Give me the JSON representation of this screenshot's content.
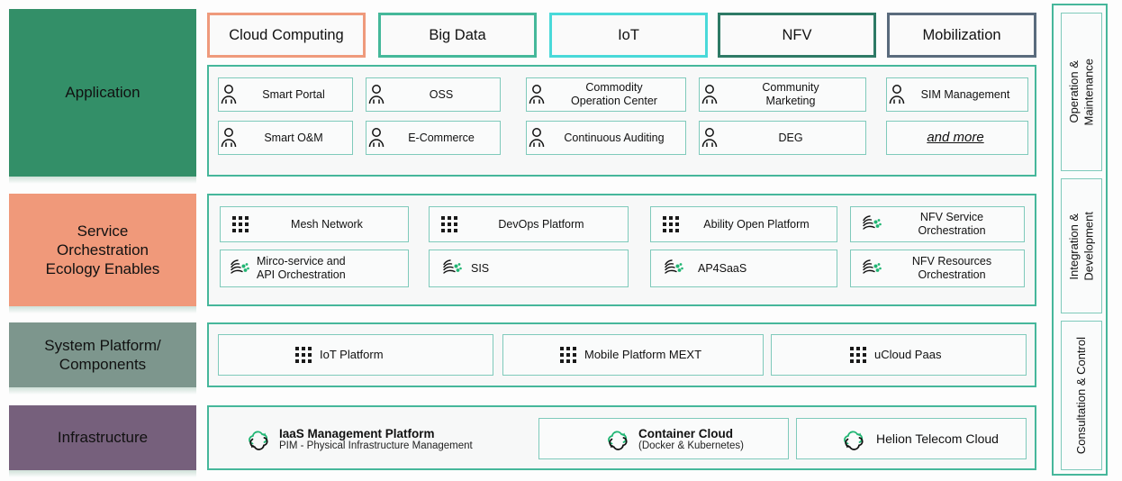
{
  "colors": {
    "teal_border": "#46b79b",
    "cell_border": "#7fcabb",
    "application_fill": "#338f68",
    "service_fill": "#f0997a",
    "system_fill": "#7d968d",
    "infrastructure_fill": "#76607c",
    "chip_cloud_computing": "#ef9a7c",
    "chip_big_data": "#45b89a",
    "chip_iot": "#49d9d9",
    "chip_nfv": "#2e7a66",
    "chip_mobilization": "#5a6b7d",
    "icon_green": "#20b573"
  },
  "layers": [
    {
      "id": "application",
      "label": "Application"
    },
    {
      "id": "service",
      "label": "Service\nOrchestration\nEcology Enables"
    },
    {
      "id": "system",
      "label": "System Platform/\nComponents"
    },
    {
      "id": "infrastructure",
      "label": "Infrastructure"
    }
  ],
  "categories": [
    {
      "label": "Cloud Computing",
      "color": "#ef9a7c"
    },
    {
      "label": "Big Data",
      "color": "#45b89a"
    },
    {
      "label": "IoT",
      "color": "#49d9d9"
    },
    {
      "label": "NFV",
      "color": "#2e7a66"
    },
    {
      "label": "Mobilization",
      "color": "#5a6b7d"
    }
  ],
  "application_items": [
    {
      "label": "Smart Portal",
      "icon": "person-icon"
    },
    {
      "label": "OSS",
      "icon": "person-icon"
    },
    {
      "label": "Commodity\nOperation Center",
      "icon": "person-icon"
    },
    {
      "label": "Community\nMarketing",
      "icon": "person-icon"
    },
    {
      "label": "SIM Management",
      "icon": "person-icon"
    },
    {
      "label": "Smart O&M",
      "icon": "person-icon"
    },
    {
      "label": "E-Commerce",
      "icon": "person-icon"
    },
    {
      "label": "Continuous Auditing",
      "icon": "person-icon"
    },
    {
      "label": "DEG",
      "icon": "person-icon"
    },
    {
      "label": "and more",
      "icon": "none"
    }
  ],
  "service_items": [
    {
      "label": "Mesh Network",
      "icon": "grid-dots-icon"
    },
    {
      "label": "DevOps Platform",
      "icon": "grid-dots-icon"
    },
    {
      "label": "Ability Open Platform",
      "icon": "grid-dots-icon"
    },
    {
      "label": "NFV Service\nOrchestration",
      "icon": "swoosh-icon"
    },
    {
      "label": "Mirco-service and\nAPI Orchestration",
      "icon": "swoosh-icon"
    },
    {
      "label": "SIS",
      "icon": "swoosh-icon"
    },
    {
      "label": "AP4SaaS",
      "icon": "swoosh-icon"
    },
    {
      "label": "NFV Resources\nOrchestration",
      "icon": "swoosh-icon"
    }
  ],
  "system_items": [
    {
      "label": "IoT Platform",
      "icon": "grid-dots-icon"
    },
    {
      "label": "Mobile Platform MEXT",
      "icon": "grid-dots-icon"
    },
    {
      "label": "uCloud Paas",
      "icon": "grid-dots-icon"
    }
  ],
  "infrastructure_items": [
    {
      "label": "IaaS Management Platform",
      "sub": "PIM - Physical Infrastructure Management",
      "icon": "cloud-sync-icon",
      "boxed": false
    },
    {
      "label": "Container Cloud",
      "sub": "(Docker & Kubernetes)",
      "icon": "cloud-sync-icon",
      "boxed": true
    },
    {
      "label": "Helion Telecom Cloud",
      "sub": "",
      "icon": "cloud-sync-icon",
      "boxed": true
    }
  ],
  "rail_items": [
    {
      "label": "Operation &\nMaintenance"
    },
    {
      "label": "Integration &\nDevelopment"
    },
    {
      "label": "Consultation & Control"
    }
  ]
}
